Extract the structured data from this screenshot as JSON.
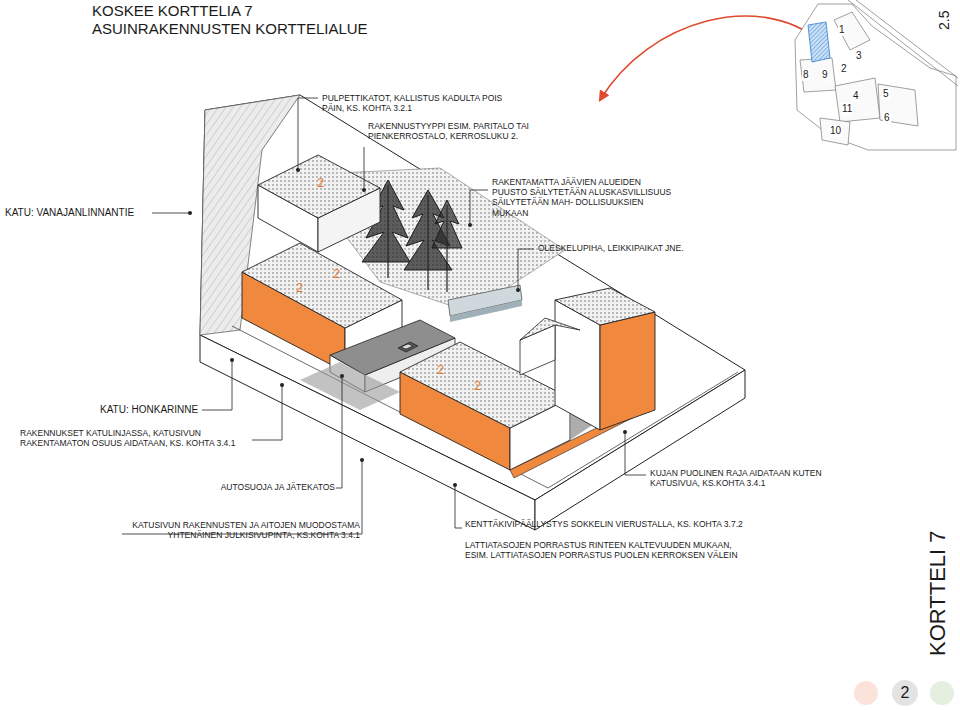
{
  "diagram": {
    "title": "KOSKEE KORTTELIA 7 ASUINRAKENNUSTEN KORTTELIALUE",
    "nodes": [
      {
        "text": [
          "2"
        ]
      }
    ],
    "labels": [
      "2.5",
      "PULPETTIKATOT, KALLISTUS KADULTA POIS PÄIN, KS. KOHTA 3.2.1",
      "RAKENNUSTYYPPI ESIM. PARITALO TAI PIENKERROSTALO, KERROSLUKU 2.",
      "KATU: VANAJANLINNANTIE",
      "RAKENTAMATTA JÄÄVIEN ALUEIDEN PUUSTO SÄILYTETÄÄN ALUSKASVILLISUUS SÄILYTETÄÄN MAH- DOLLISUUKSIEN MUKAAN",
      "OLESKELUPIHA, LEIKKIPAIKAT JNE.",
      "KATU: HONKARINNE",
      "RAKENNUKSET KATULINJASSA, KATUSIVUN RAKENTAMATON OSUUS AIDATAAN, KS. KOHTA 3.4.1",
      "AUTOSUOJA JA JÄTEKATOS",
      "KUJAN PUOLINEN RAJA AIDATAAN KUTEN KATUSIVUA, KS.KOHTA 3.4.1",
      "KATUSIVUN RAKENNUSTEN JA AITOJEN MUODOSTAMA YHTENÄINEN JULKISIVUPINTA, KS.KOHTA 3.4.1",
      "KENTTÄKIVIPÄÄLLYSTYS SOKKELIN VIERUSTALLA, KS. KOHTA 3.7.2",
      "LATTIATASOJEN PORRASTUS RINTEEN KALTEVUUDEN MUKAAN, ESIM. LATTIATASOJEN PORRASTUS PUOLEN KERROKSEN VÄLEIN",
      "KORTTELI 7",
      "2",
      "2",
      "2",
      "2",
      "2",
      "1",
      "3",
      "2",
      "8",
      "9",
      "4",
      "5",
      "11",
      "6",
      "10"
    ]
  }
}
